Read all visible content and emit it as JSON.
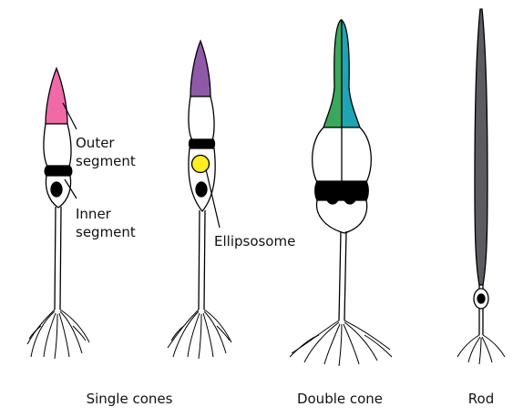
{
  "labels": {
    "outer_segment": [
      "Outer",
      "segment"
    ],
    "inner_segment": [
      "Inner",
      "segment"
    ],
    "ellipsosome": "Ellipsosome"
  },
  "captions": {
    "single_cones": "Single cones",
    "double_cone": "Double cone",
    "rod": "Rod"
  },
  "colors": {
    "cone1_outer": "#f06aa8",
    "cone2_outer": "#8e5aa8",
    "double_left": "#3aa85c",
    "double_right": "#1fa3b5",
    "ellipsosome": "#ffee22",
    "rod_outer": "#5a5c61",
    "line": "#000000"
  }
}
